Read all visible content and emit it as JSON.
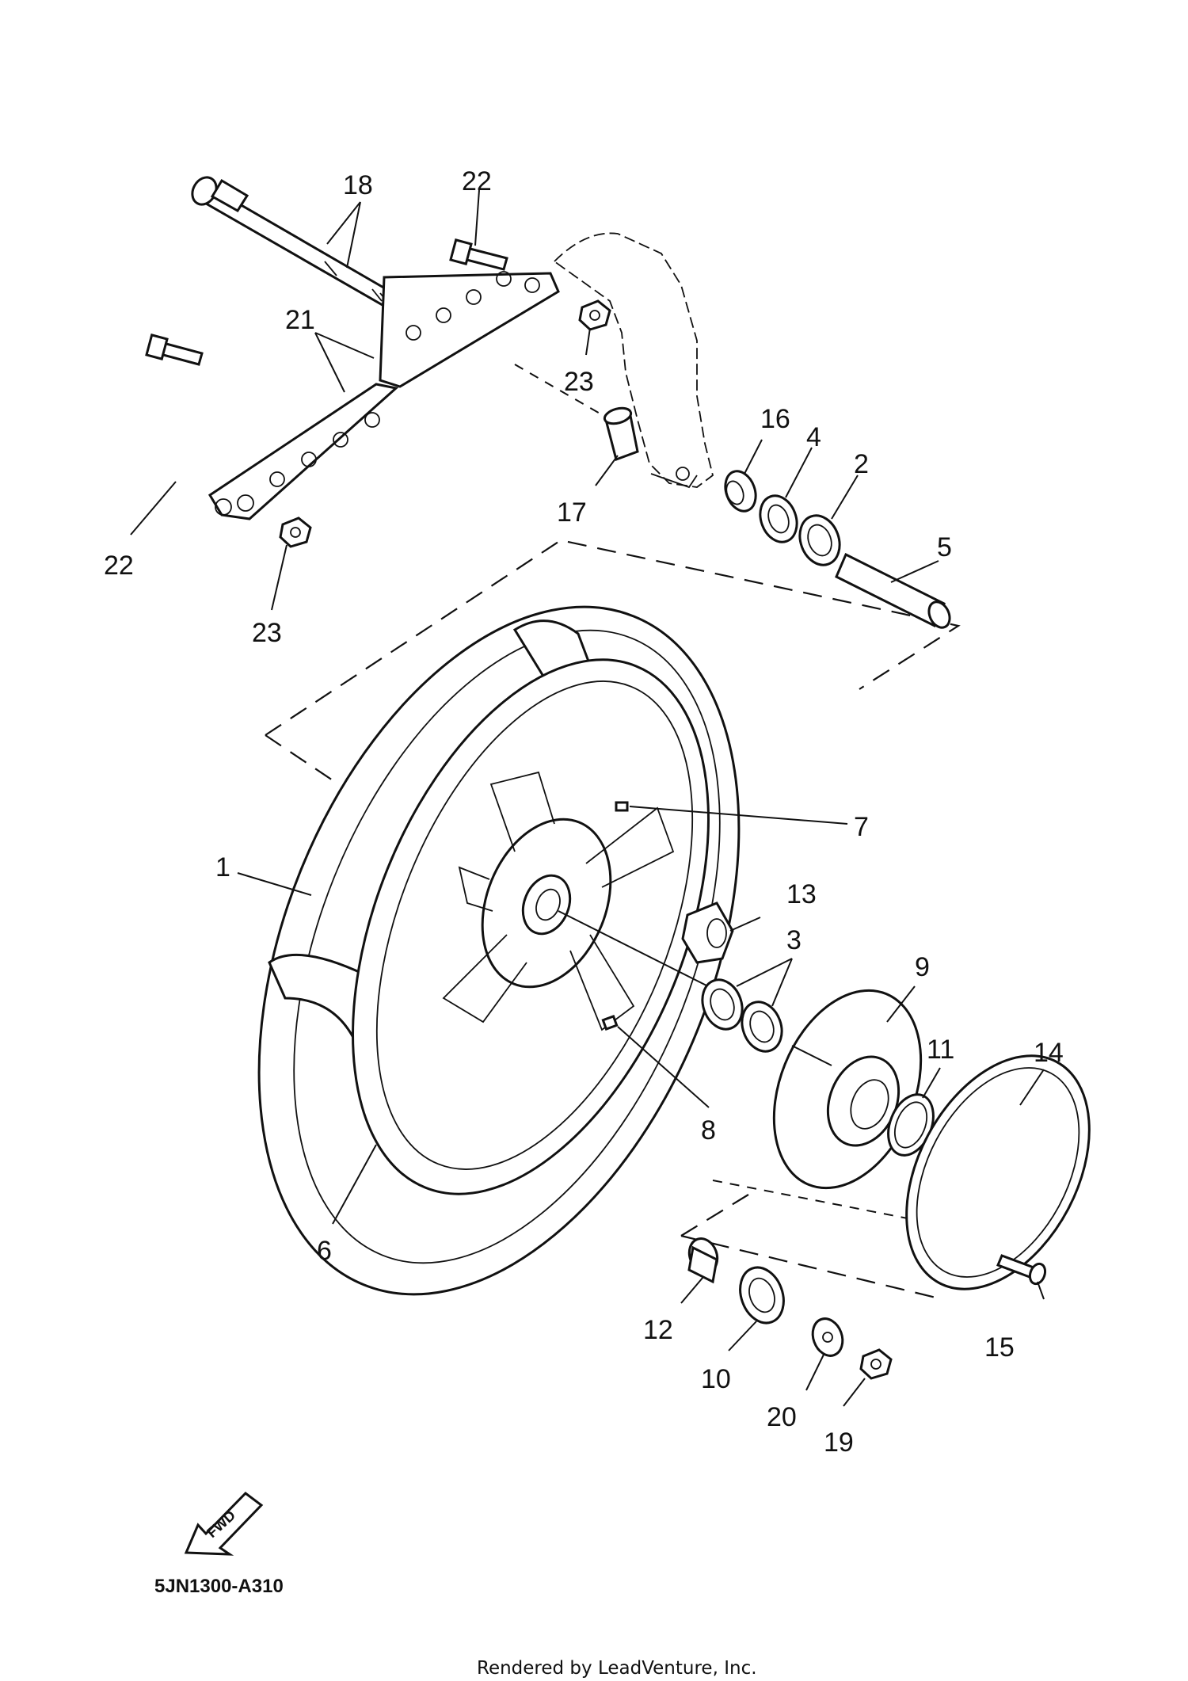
{
  "diagram_code": "5JN1300-A310",
  "credit": "Rendered by LeadVenture, Inc.",
  "fwd_label": "FWD",
  "callouts": [
    {
      "id": "c1",
      "text": "1"
    },
    {
      "id": "c2",
      "text": "2"
    },
    {
      "id": "c3",
      "text": "3"
    },
    {
      "id": "c4",
      "text": "4"
    },
    {
      "id": "c5",
      "text": "5"
    },
    {
      "id": "c6",
      "text": "6"
    },
    {
      "id": "c7",
      "text": "7"
    },
    {
      "id": "c8",
      "text": "8"
    },
    {
      "id": "c9",
      "text": "9"
    },
    {
      "id": "c10",
      "text": "10"
    },
    {
      "id": "c11",
      "text": "11"
    },
    {
      "id": "c12",
      "text": "12"
    },
    {
      "id": "c13",
      "text": "13"
    },
    {
      "id": "c14",
      "text": "14"
    },
    {
      "id": "c15",
      "text": "15"
    },
    {
      "id": "c16",
      "text": "16"
    },
    {
      "id": "c17",
      "text": "17"
    },
    {
      "id": "c18",
      "text": "18"
    },
    {
      "id": "c19",
      "text": "19"
    },
    {
      "id": "c20",
      "text": "20"
    },
    {
      "id": "c21",
      "text": "21"
    },
    {
      "id": "c22a",
      "text": "22"
    },
    {
      "id": "c22b",
      "text": "22"
    },
    {
      "id": "c23a",
      "text": "23"
    },
    {
      "id": "c23b",
      "text": "23"
    }
  ]
}
